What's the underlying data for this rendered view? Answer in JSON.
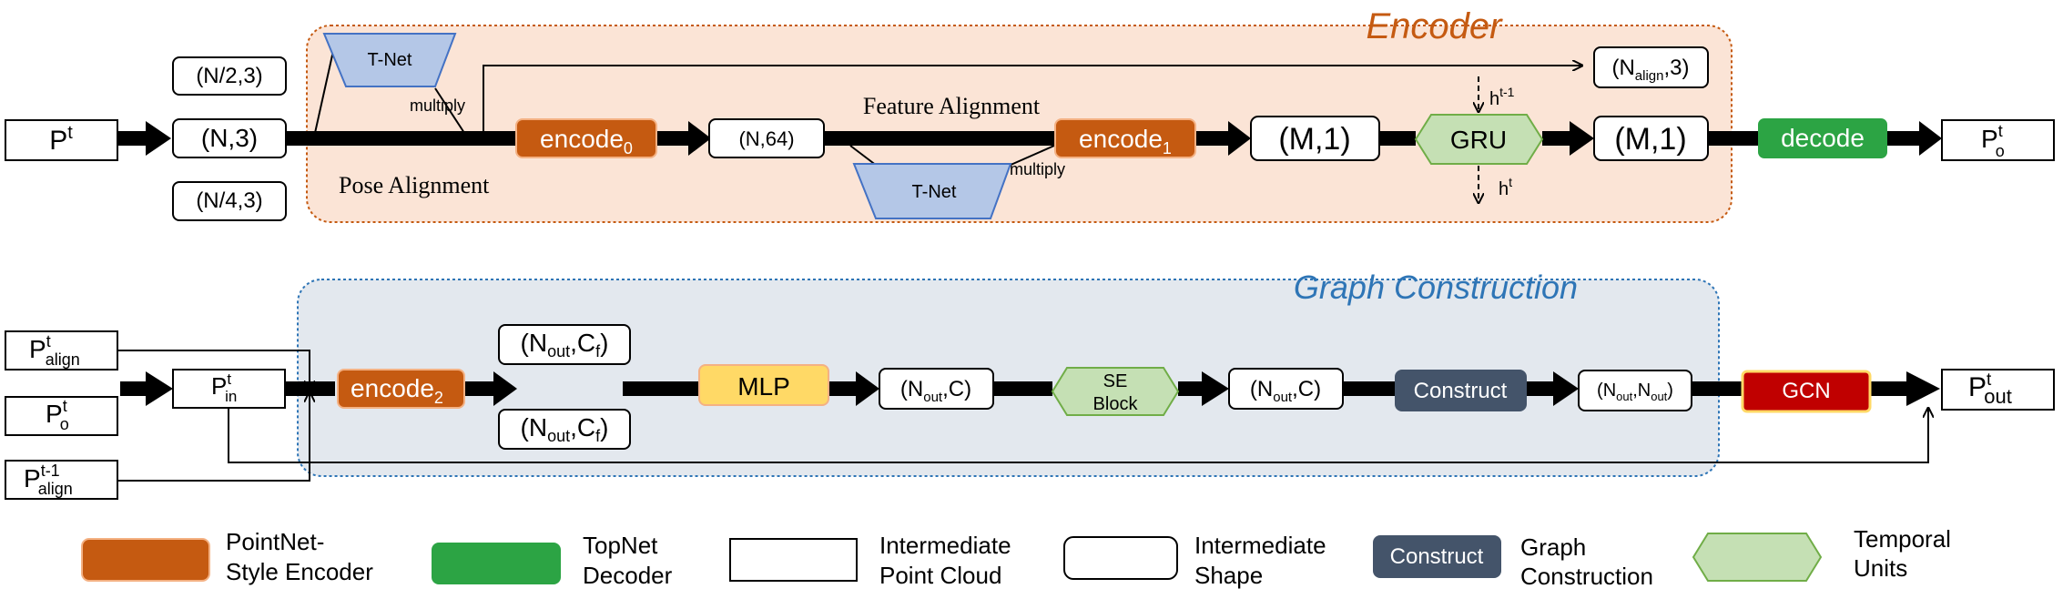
{
  "colors": {
    "encoder_fill": "#fbe4d6",
    "encoder_border": "#c55a11",
    "graph_fill": "#e3e8ee",
    "graph_border": "#2e75b6",
    "orange_block": "#c55a11",
    "green_block": "#2ca444",
    "tnet_fill": "#b4c7e7",
    "tnet_border": "#4472c4",
    "gru_fill": "#c5e0b4",
    "gru_border": "#70ad47",
    "mlp_fill": "#ffd966",
    "mlp_border": "#f4b183",
    "construct_fill": "#44546a",
    "gcn_fill": "#c00000",
    "gcn_border": "#ffd966"
  },
  "encoder": {
    "title": "Encoder",
    "pose_alignment": "Pose Alignment",
    "feature_alignment": "Feature Alignment",
    "tnet": "T-Net",
    "multiply": "multiply",
    "input_main": "P",
    "input_sup": "t",
    "shape_half": "(N/2,3)",
    "shape_n3": "(N,3)",
    "shape_quarter": "(N/4,3)",
    "encode0_main": "encode",
    "encode0_sub": "0",
    "shape_n64": "(N,64)",
    "encode1_main": "encode",
    "encode1_sub": "1",
    "shape_m1_a": "(M,1)",
    "gru": "GRU",
    "h_prev_main": "h",
    "h_prev_sup": "t-1",
    "h_cur_main": "h",
    "h_cur_sup": "t",
    "shape_m1_b": "(M,1)",
    "n_align_open": "(N",
    "n_align_sub": "align",
    "n_align_close": ",3)",
    "decode": "decode",
    "output_main": "P",
    "output_sup": "t",
    "output_sub": "o"
  },
  "graph": {
    "title": "Graph Construction",
    "p_align_main": "P",
    "p_align_sup": "t",
    "p_align_sub": "align",
    "p_o_main": "P",
    "p_o_sup": "t",
    "p_o_sub": "o",
    "p_prev_main": "P",
    "p_prev_sup": "t-1",
    "p_prev_sub": "align",
    "p_in_main": "P",
    "p_in_sup": "t",
    "p_in_sub": "in",
    "encode2_main": "encode",
    "encode2_sub": "2",
    "ncf_open": "(N",
    "ncf_sub1": "out",
    "ncf_mid": ",C",
    "ncf_sub2": "f",
    "ncf_close": ")",
    "mlp": "MLP",
    "nc_open": "(N",
    "nc_sub": "out",
    "nc_close": ",C)",
    "se_line1": "SE",
    "se_line2": "Block",
    "construct": "Construct",
    "nn_open": "(N",
    "nn_sub1": "out",
    "nn_mid": ",N",
    "nn_sub2": "out",
    "nn_close": ")",
    "gcn": "GCN",
    "out_main": "P",
    "out_sup": "t",
    "out_sub": "out"
  },
  "legend": {
    "encoder_line1": "PointNet-",
    "encoder_line2": "Style Encoder",
    "decoder_line1": "TopNet",
    "decoder_line2": "Decoder",
    "cloud_line1": "Intermediate",
    "cloud_line2": "Point Cloud",
    "shape_line1": "Intermediate",
    "shape_line2": "Shape",
    "construct_swatch": "Construct",
    "graph_line1": "Graph",
    "graph_line2": "Construction",
    "temporal_line1": "Temporal",
    "temporal_line2": "Units"
  }
}
